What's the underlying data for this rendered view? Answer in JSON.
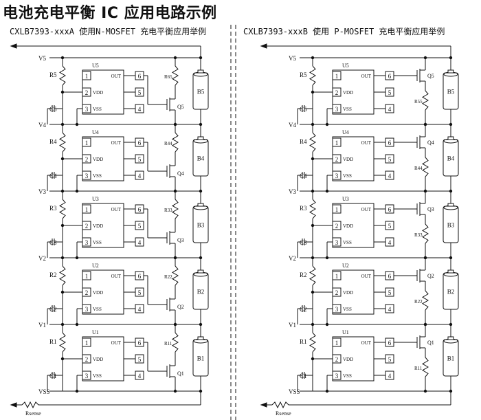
{
  "title": "电池充电平衡 IC 应用电路示例",
  "left_panel": {
    "subtitle": "CXLB7393-xxxA 使用N-MOSFET 充电平衡应用举例",
    "mosfet_type": "N-MOSFET",
    "nodes": [
      "V5",
      "V4",
      "V3",
      "V2",
      "V1",
      "VSS"
    ],
    "sense_resistor": "Rsense",
    "cells": [
      {
        "ic": "U5",
        "r": "R5",
        "c": "C5",
        "rd": "R65",
        "q": "Q5",
        "bat": "B5"
      },
      {
        "ic": "U4",
        "r": "R4",
        "c": "C4",
        "rd": "R44",
        "q": "Q4",
        "bat": "B4"
      },
      {
        "ic": "U3",
        "r": "R3",
        "c": "C3",
        "rd": "R33",
        "q": "Q3",
        "bat": "B3"
      },
      {
        "ic": "U2",
        "r": "R2",
        "c": "C2",
        "rd": "R22",
        "q": "Q2",
        "bat": "B2"
      },
      {
        "ic": "U1",
        "r": "R1",
        "c": "C1",
        "rd": "R11",
        "q": "Q1",
        "bat": "B1"
      }
    ]
  },
  "right_panel": {
    "subtitle": "CXLB7393-xxxB 使用 P-MOSFET 充电平衡应用举例",
    "mosfet_type": "P-MOSFET",
    "nodes": [
      "V5",
      "V4",
      "V3",
      "V2",
      "V1",
      "VSS"
    ],
    "sense_resistor": "Rsense",
    "cells": [
      {
        "ic": "U5",
        "r": "R5",
        "c": "C5",
        "rd": "R55",
        "q": "Q5",
        "bat": "B5"
      },
      {
        "ic": "U4",
        "r": "R4",
        "c": "C4",
        "rd": "R44",
        "q": "Q4",
        "bat": "B4"
      },
      {
        "ic": "U3",
        "r": "R3",
        "c": "C3",
        "rd": "R33",
        "q": "Q3",
        "bat": "B3"
      },
      {
        "ic": "U2",
        "r": "R2",
        "c": "C2",
        "rd": "R22",
        "q": "Q2",
        "bat": "B2"
      },
      {
        "ic": "U1",
        "r": "R1",
        "c": "C1",
        "rd": "R11",
        "q": "Q1",
        "bat": "B1"
      }
    ]
  },
  "ic_pins": {
    "p1": "1",
    "p2": "2",
    "p3": "3",
    "p4": "4",
    "p5": "5",
    "p6": "6",
    "out": "OUT",
    "vdd": "VDD",
    "vss": "VSS"
  }
}
